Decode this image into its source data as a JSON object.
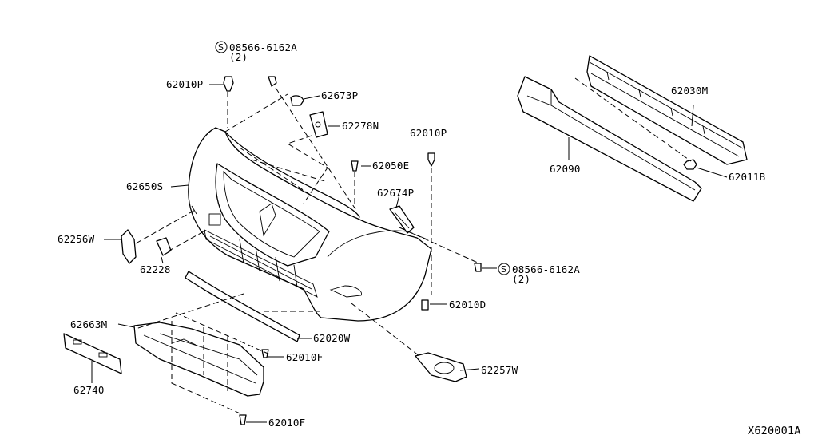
{
  "diagram_id": "X620001A",
  "screw_symbol": "S",
  "parts": {
    "screw_top": {
      "code": "08566-6162A",
      "qty": "(2)"
    },
    "clip_top_left": "62010P",
    "clip_top_mid": "62673P",
    "bracket_top": "62278N",
    "clip_mid": "62010P",
    "grommet": "62050E",
    "bumper_fascia": "62650S",
    "retainer": "62674P",
    "reinforcement": "62030M",
    "absorber": "62090",
    "nut": "62011B",
    "finisher_left": "62256W",
    "bracket_small": "62228",
    "screw_right": {
      "code": "08566-6162A",
      "qty": "(2)"
    },
    "clip_right": "62010D",
    "cover_lower": "62663M",
    "spoiler": "62020W",
    "clip_lower_1": "62010F",
    "plate_bracket": "62740",
    "fog_finisher": "62257W",
    "clip_lower_2": "62010F"
  }
}
